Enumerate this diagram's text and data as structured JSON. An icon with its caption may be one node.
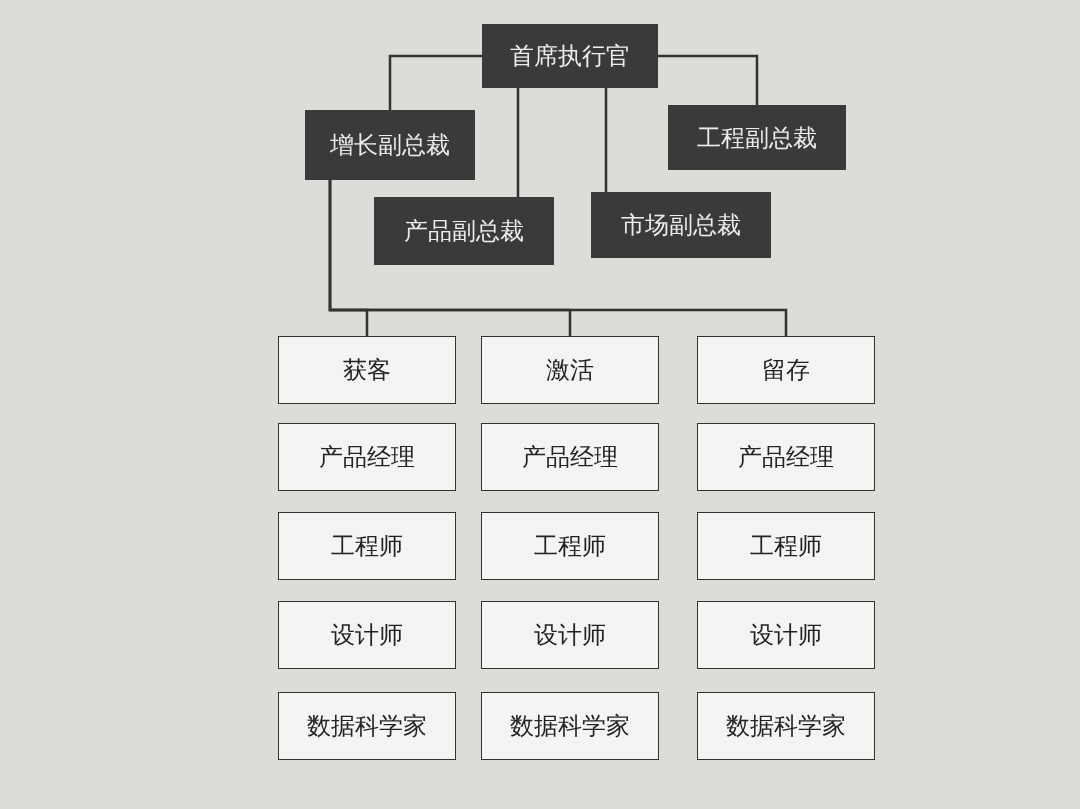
{
  "diagram": {
    "nodes": [
      {
        "text": [
          "首席执行官"
        ]
      },
      {
        "text": [
          "增长副总裁"
        ]
      },
      {
        "text": [
          "工程副总裁"
        ]
      },
      {
        "text": [
          "产品副总裁"
        ]
      },
      {
        "text": [
          "市场副总裁"
        ]
      },
      {
        "text": [
          "获客"
        ]
      },
      {
        "text": [
          "激活"
        ]
      },
      {
        "text": [
          "留存"
        ]
      },
      {
        "text": [
          "产品经理"
        ]
      },
      {
        "text": [
          "产品经理"
        ]
      },
      {
        "text": [
          "产品经理"
        ]
      },
      {
        "text": [
          "工程师"
        ]
      },
      {
        "text": [
          "工程师"
        ]
      },
      {
        "text": [
          "工程师"
        ]
      },
      {
        "text": [
          "设计师"
        ]
      },
      {
        "text": [
          "设计师"
        ]
      },
      {
        "text": [
          "设计师"
        ]
      },
      {
        "text": [
          "数据科学家"
        ]
      },
      {
        "text": [
          "数据科学家"
        ]
      },
      {
        "text": [
          "数据科学家"
        ]
      }
    ],
    "edges": [
      {
        "from": 0,
        "to": 1,
        "arrow": "none"
      },
      {
        "from": 0,
        "to": 2,
        "arrow": "none"
      },
      {
        "from": 0,
        "to": 3,
        "arrow": "none"
      },
      {
        "from": 0,
        "to": 4,
        "arrow": "none"
      },
      {
        "from": 1,
        "to": 5,
        "arrow": "none"
      },
      {
        "from": 1,
        "to": 6,
        "arrow": "none"
      },
      {
        "from": 1,
        "to": 7,
        "arrow": "none"
      }
    ]
  }
}
